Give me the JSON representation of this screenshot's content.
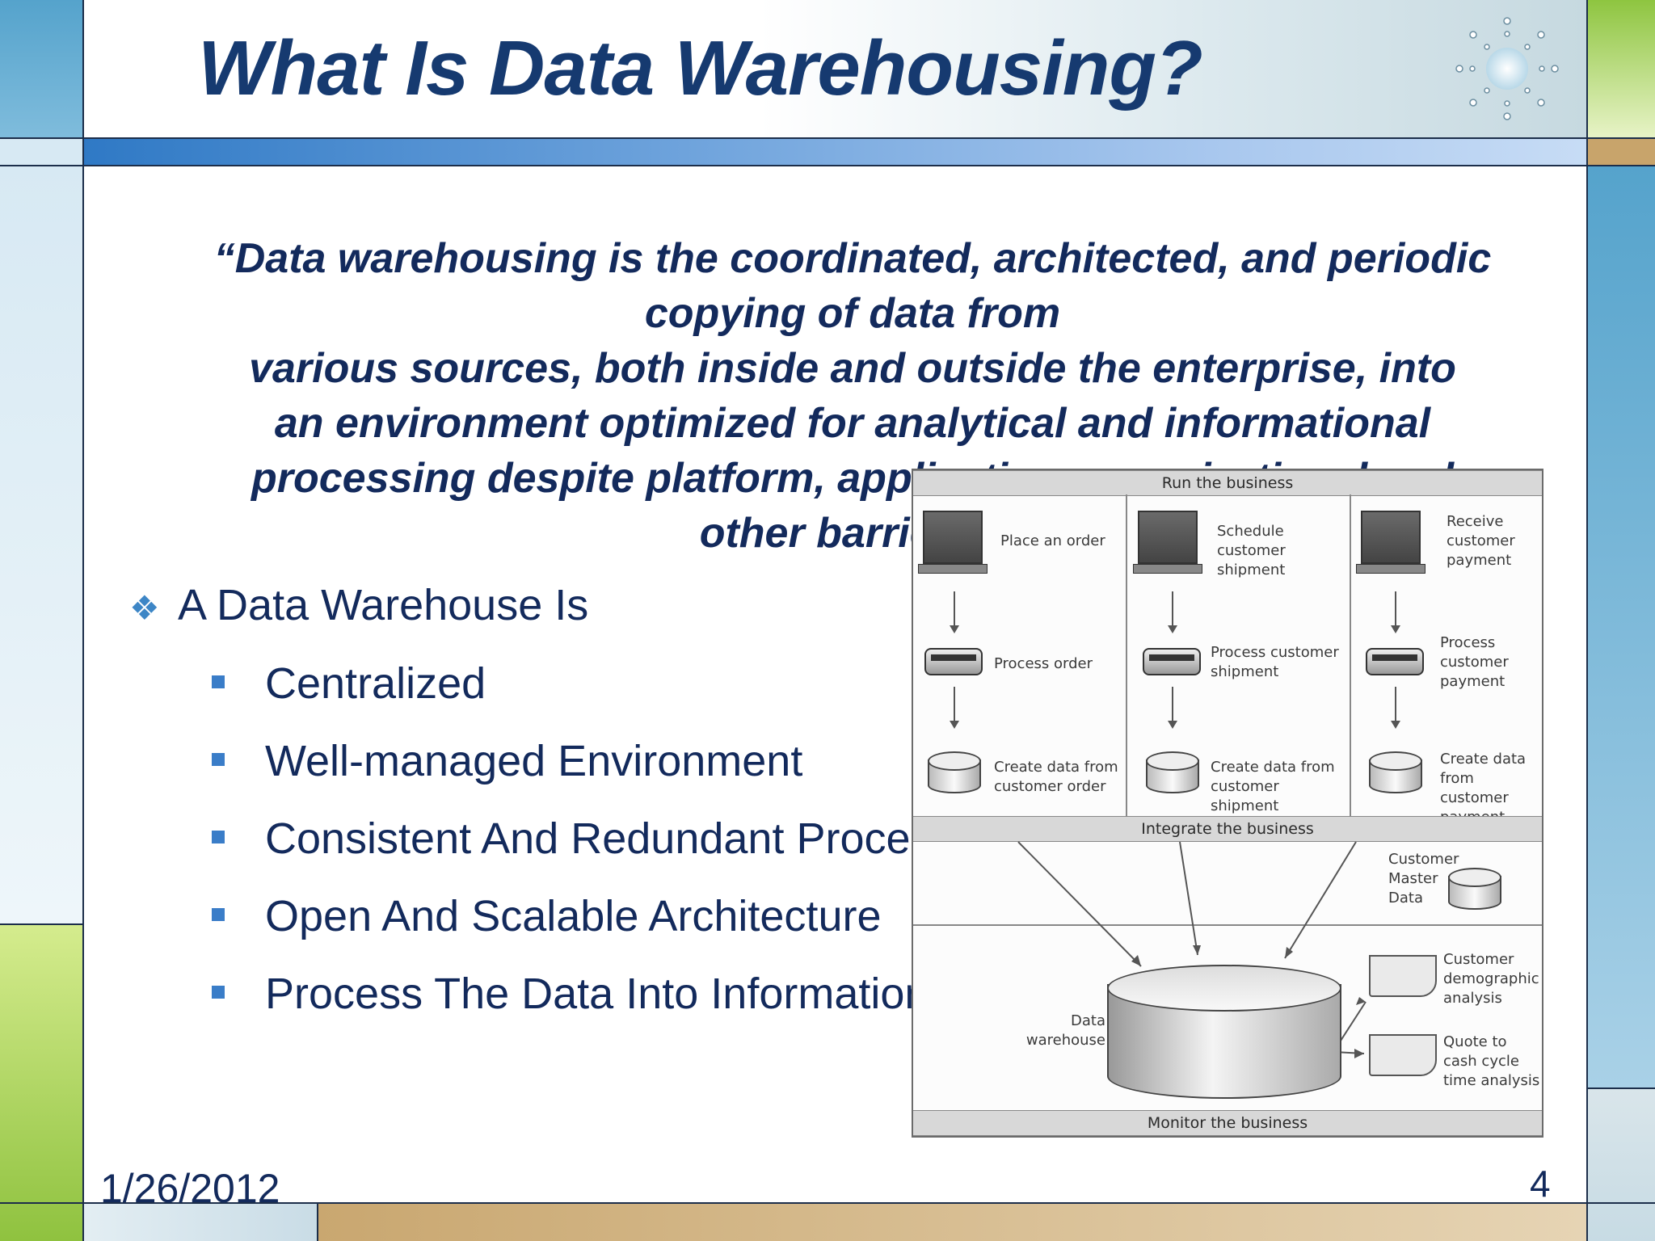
{
  "slide": {
    "title": "What Is Data Warehousing?",
    "quote_lines": [
      "“Data warehousing is the coordinated, architected, and periodic",
      "copying of data from",
      "various sources, both inside and outside the enterprise, into",
      "an environment optimized for analytical and informational",
      "processing despite platform, application, organizational and",
      "other barriers.”"
    ],
    "bullet": "A Data Warehouse Is",
    "sub_bullets": [
      "Centralized",
      "Well-managed Environment",
      "Consistent And Redundant Processing",
      "Open And Scalable Architecture",
      "Process The Data Into Information"
    ],
    "date": "1/26/2012",
    "page_number": "4"
  },
  "diagram": {
    "band_run": "Run the business",
    "band_integrate": "Integrate the business",
    "band_monitor": "Monitor the business",
    "col1": {
      "step1": "Place an order",
      "step2": "Process order",
      "step3": "Create data from customer order"
    },
    "col2": {
      "step1": "Schedule customer shipment",
      "step2": "Process customer shipment",
      "step3": "Create data from customer shipment"
    },
    "col3": {
      "step1": "Receive customer payment",
      "step2": "Process customer payment",
      "step3": "Create data from customer payment"
    },
    "master_data": "Customer Master Data",
    "warehouse": "Data warehouse",
    "report1": "Customer demographic analysis",
    "report2": "Quote to cash cycle time analysis"
  },
  "colors": {
    "title": "#163a70",
    "text": "#132a5c",
    "accent_blue": "#3a7dc8",
    "green": "#8fc23f",
    "tan": "#c9a770"
  },
  "icons": {
    "logo": "sun-burst-logo-icon",
    "bullet": "diamond-bullet-icon",
    "sub_bullet": "square-bullet-icon"
  }
}
